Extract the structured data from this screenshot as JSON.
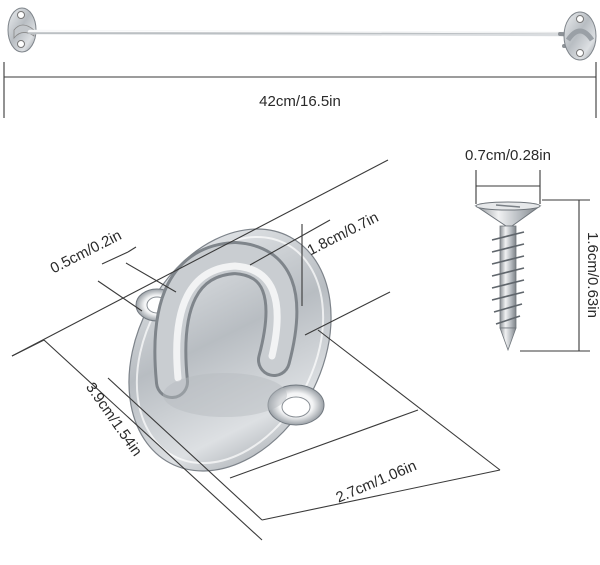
{
  "dimensions": {
    "hook_length": "42cm/16.5in",
    "screw_head_width": "0.7cm/0.28in",
    "screw_length": "1.6cm/0.63in",
    "hole_width": "0.5cm/0.2in",
    "eye_height": "1.8cm/0.7in",
    "plate_length": "3.9cm/1.54in",
    "plate_width": "2.7cm/1.06in"
  },
  "colors": {
    "metal": "#c8ccd0",
    "metal_dark": "#8c9196",
    "line": "#3a3a3a",
    "background": "#ffffff"
  },
  "icons": {
    "hook_bar": "steel-hook-rod",
    "screw": "countersunk-screw",
    "eye_plate": "oval-pad-eye-plate"
  }
}
